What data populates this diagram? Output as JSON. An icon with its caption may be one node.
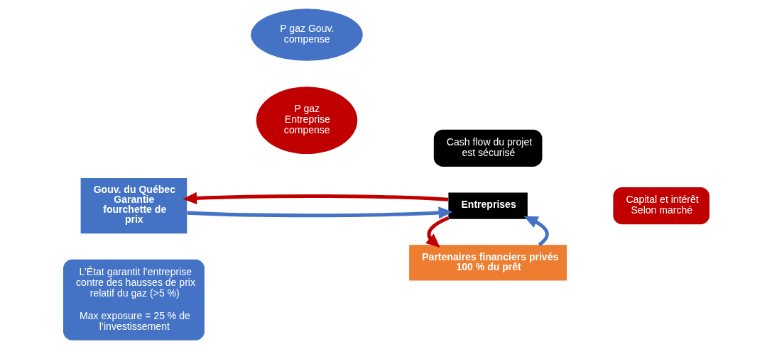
{
  "diagram": {
    "nodes": [
      {
        "text": [
          "L’État garantit l’entreprise contre des hausses de prix relatif du gaz (>5 %)",
          "Max exposure = 25 % de l’investissement"
        ]
      },
      {
        "text": [
          "Partenaires financiers privés 100 % du prêt"
        ]
      },
      {
        "text": [
          "P gaz Gouv. compense"
        ]
      },
      {
        "text": [
          "Capital et intérêt Selon marché"
        ]
      },
      {
        "text": [
          "Gouv. du Québec Garantie fourchette de prix"
        ]
      },
      {
        "text": [
          "Entreprises"
        ]
      },
      {
        "text": [
          "Cash flow du projet est sécurisé"
        ]
      },
      {
        "text": [
          "P gaz Entreprise compense"
        ]
      }
    ],
    "edges": [
      {
        "from": 4,
        "to": 5,
        "arrow": "to",
        "color": "#4472c4"
      },
      {
        "from": 5,
        "to": 4,
        "arrow": "to",
        "color": "#c00000"
      },
      {
        "from": 1,
        "to": 5,
        "arrow": "to",
        "color": "#4472c4"
      },
      {
        "from": 5,
        "to": 1,
        "arrow": "to",
        "color": "#c00000"
      }
    ]
  }
}
